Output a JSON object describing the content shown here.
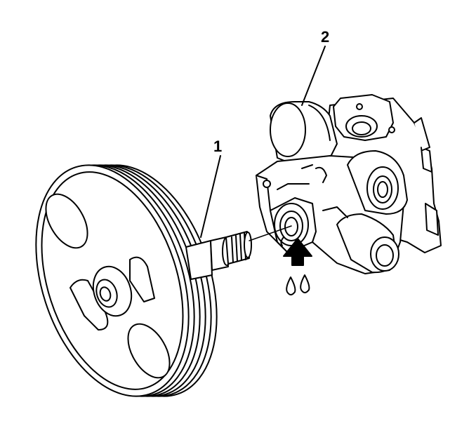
{
  "callouts": [
    {
      "id": "1",
      "label": "1"
    },
    {
      "id": "2",
      "label": "2"
    }
  ],
  "colors": {
    "line": "#000000",
    "fill": "#ffffff",
    "arrow": "#000000"
  }
}
